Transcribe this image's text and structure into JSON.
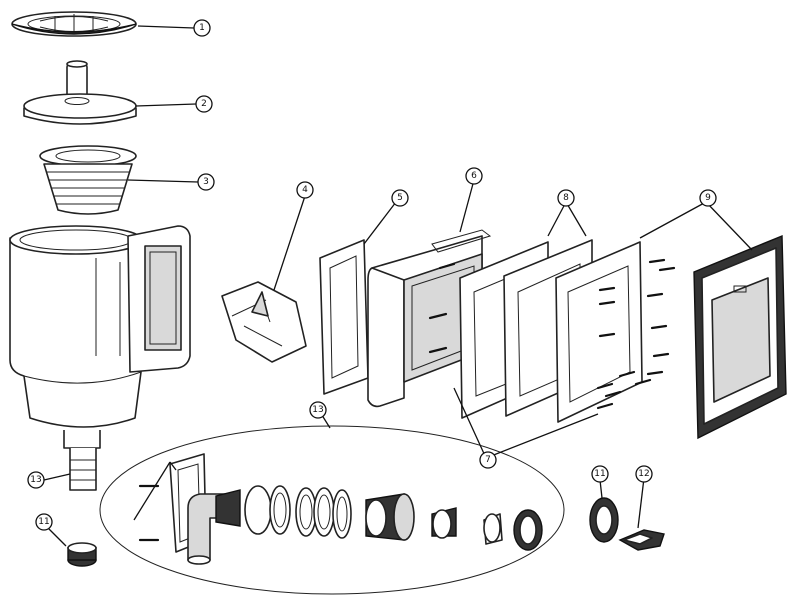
{
  "callouts": {
    "c1": "1",
    "c2": "2",
    "c3": "3",
    "c4": "4",
    "c5": "5",
    "c6": "6",
    "c7": "7",
    "c8": "8",
    "c9": "9",
    "c11a": "11",
    "c11b": "11",
    "c12": "12",
    "c13a": "13",
    "c13b": "13"
  }
}
